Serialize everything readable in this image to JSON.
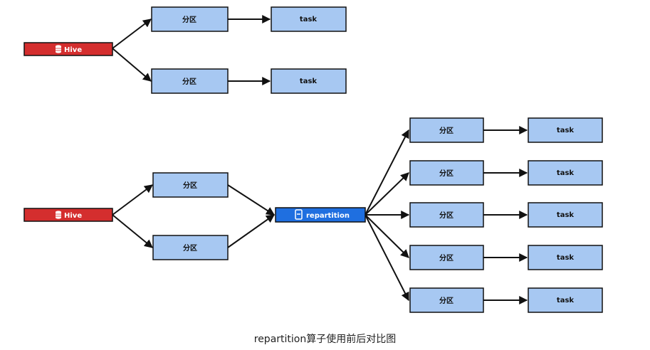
{
  "diagram": {
    "source_label": "Hive",
    "partition_label": "分区",
    "task_label": "task",
    "repartition_label": "repartition",
    "colors": {
      "hive": "#d42e2e",
      "box": "#a7c8f2",
      "repartition": "#1f6fe0",
      "stroke": "#111111"
    }
  },
  "caption": "repartition算子使用前后对比图"
}
